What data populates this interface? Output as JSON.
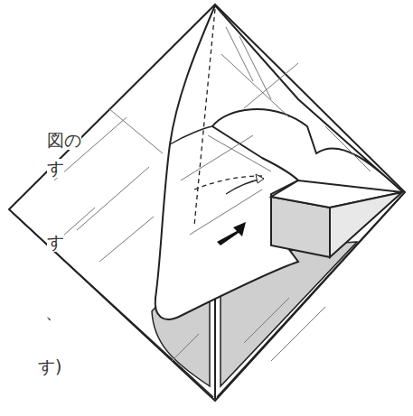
{
  "diagram": {
    "labels": [
      "図の",
      "す",
      "す",
      "、",
      "す)"
    ]
  }
}
